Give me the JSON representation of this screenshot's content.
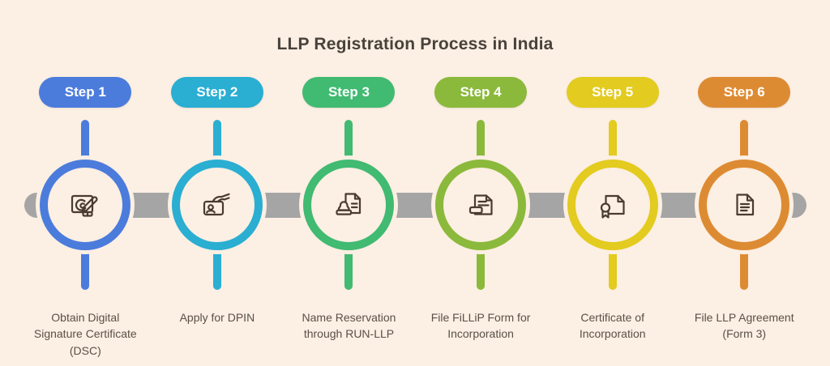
{
  "title": "LLP Registration Process in India",
  "colors": {
    "background": "#fcefe3",
    "title_text": "#49423b",
    "label_text": "#5a5046",
    "connector_bar": "#a5a5a5",
    "icon_stroke": "#4a3b30",
    "badge_text": "#ffffff"
  },
  "steps": [
    {
      "badge": "Step 1",
      "color": "#4b7cdc",
      "icon": "digital-signature-icon",
      "label": "Obtain Digital\nSignature Certificate\n(DSC)"
    },
    {
      "badge": "Step 2",
      "color": "#2aaed2",
      "icon": "id-card-hand-icon",
      "label": "Apply for DPIN"
    },
    {
      "badge": "Step 3",
      "color": "#41ba72",
      "icon": "stamp-document-icon",
      "label": "Name Reservation\nthrough RUN-LLP"
    },
    {
      "badge": "Step 4",
      "color": "#8bb93b",
      "icon": "form-document-icon",
      "label": "File FiLLiP Form for\nIncorporation"
    },
    {
      "badge": "Step 5",
      "color": "#e3cb1f",
      "icon": "certificate-ribbon-icon",
      "label": "Certificate of\nIncorporation"
    },
    {
      "badge": "Step 6",
      "color": "#dd8b33",
      "icon": "agreement-document-icon",
      "label": "File LLP Agreement\n(Form 3)"
    }
  ]
}
